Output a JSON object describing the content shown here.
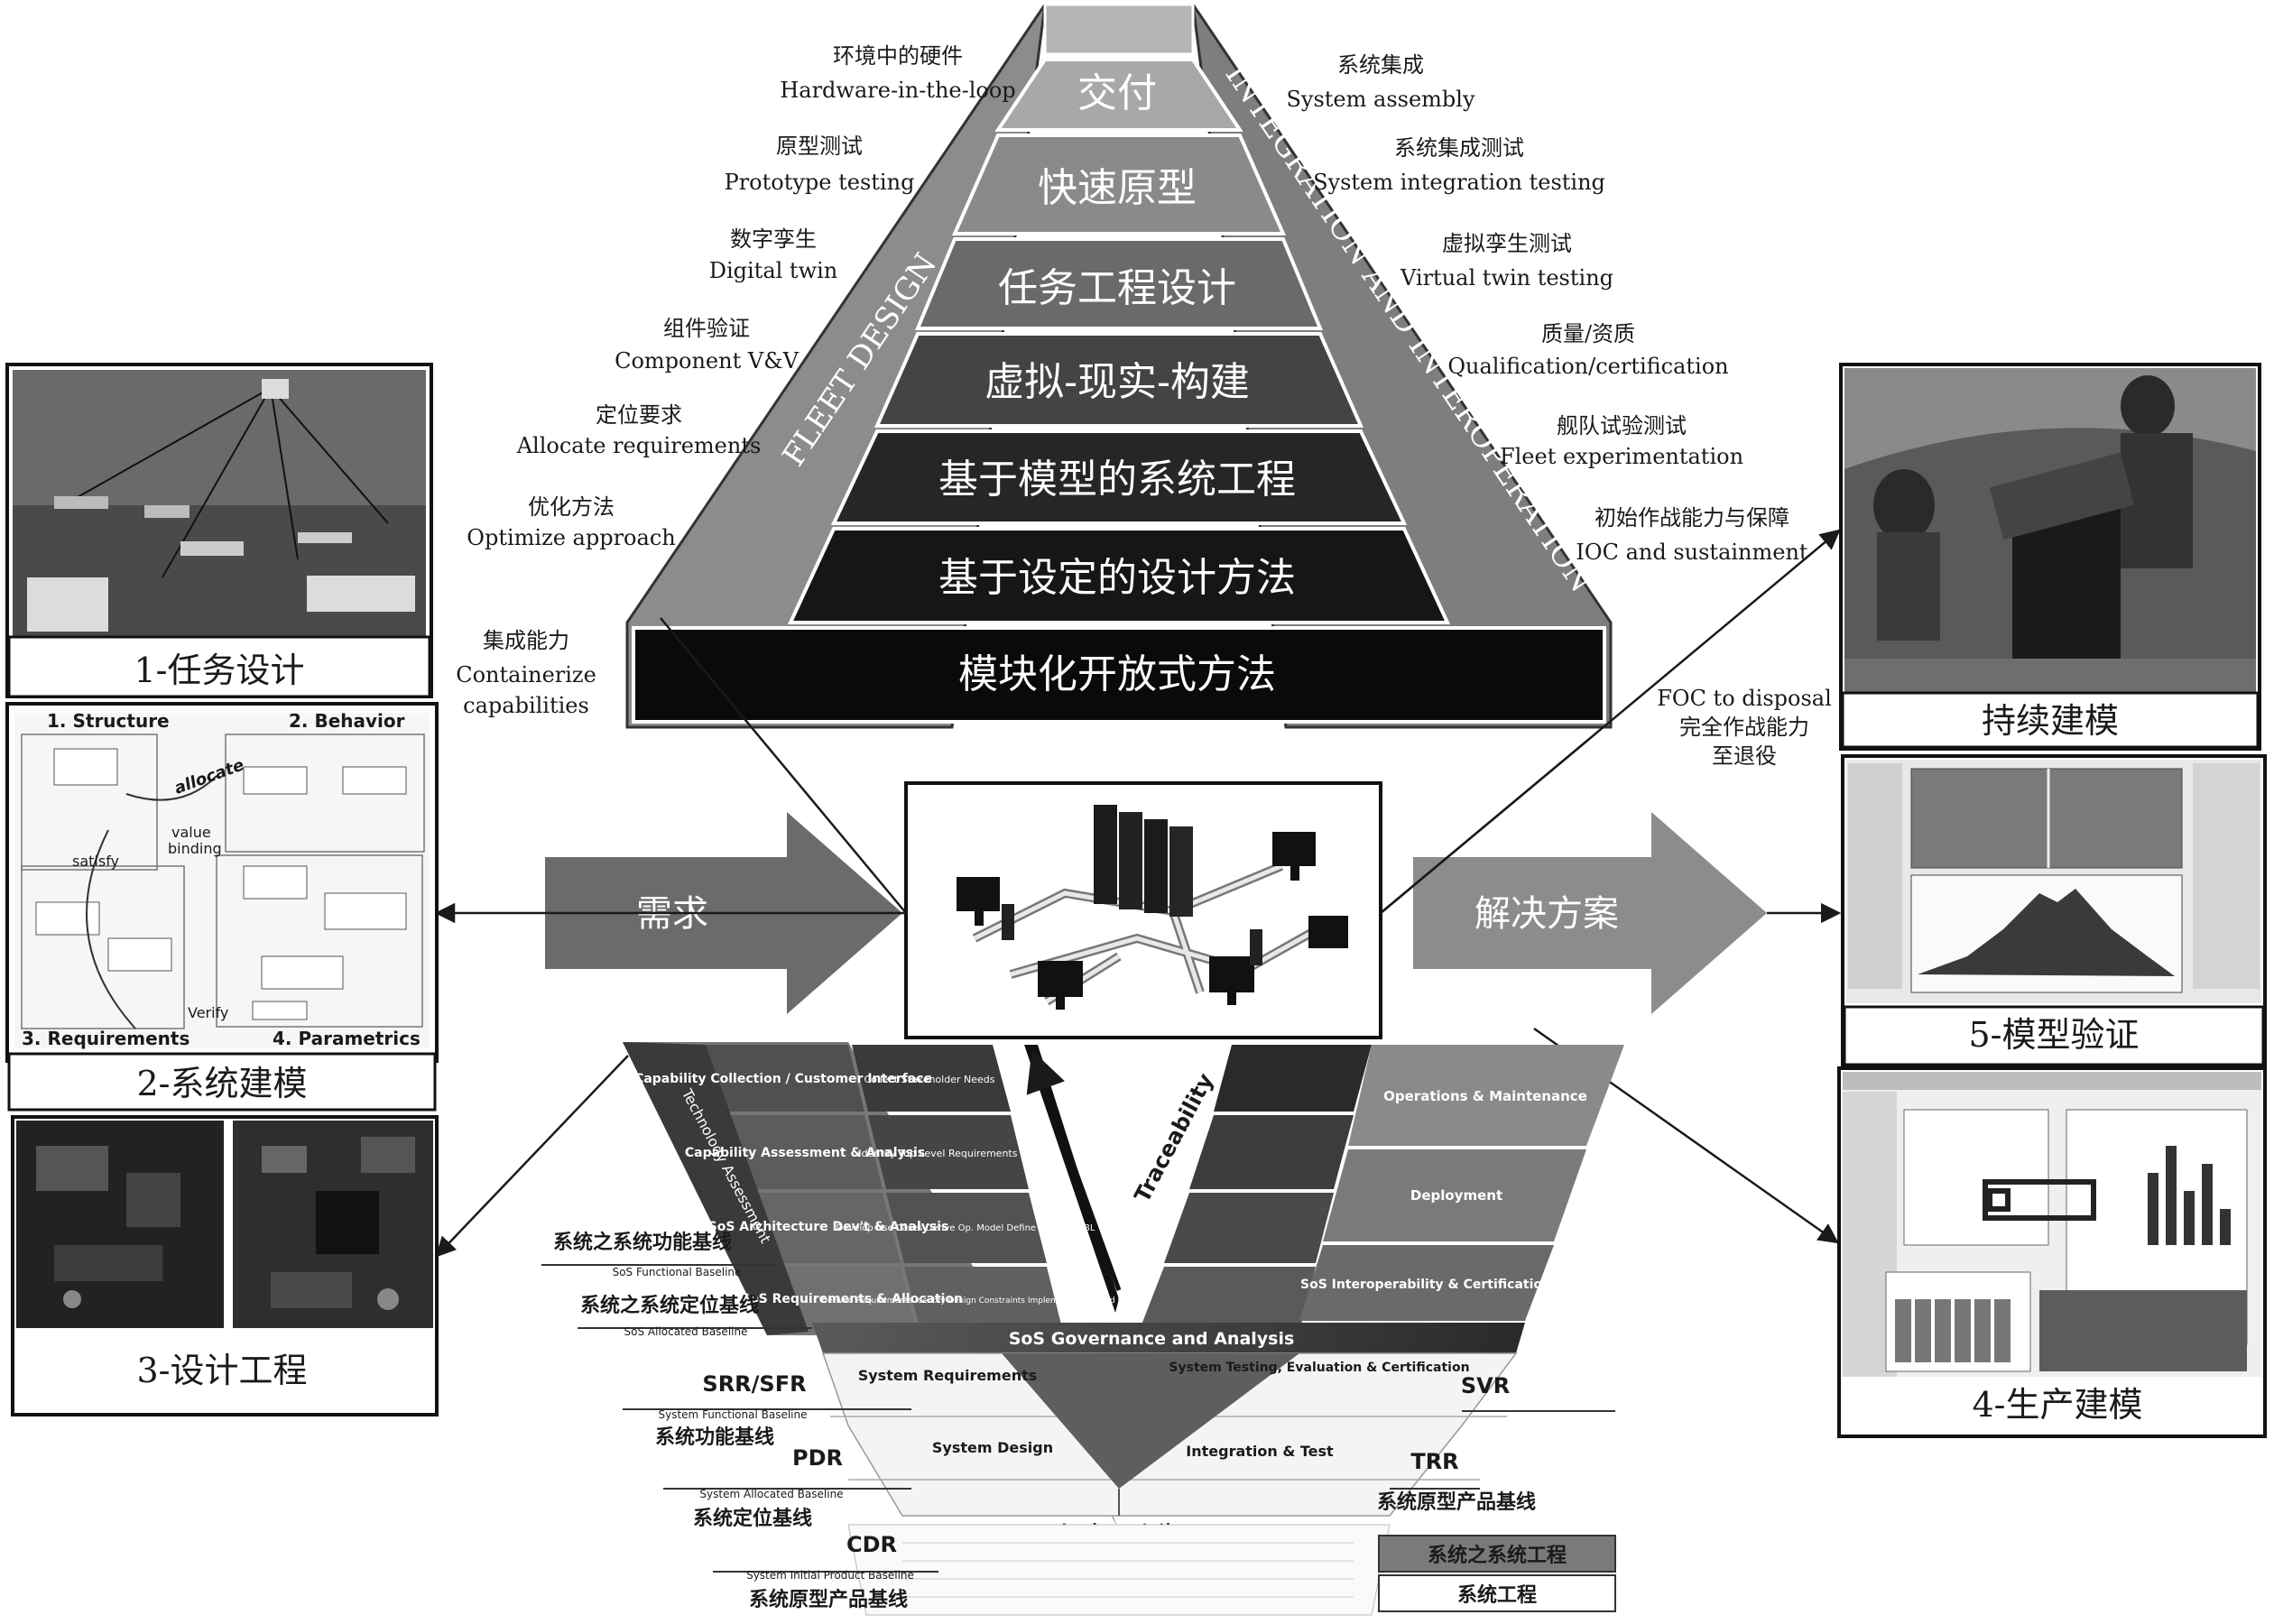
{
  "pyramid": {
    "levels": [
      "交付",
      "快速原型",
      "任务工程设计",
      "虚拟-现实-构建",
      "基于模型的系统工程",
      "基于设定的设计方法",
      "模块化开放式方法"
    ],
    "left_side_label": "FLEET DESIGN",
    "right_side_label": "INTEGRATION AND INTEROPERATION"
  },
  "left_annotations": [
    {
      "zh": "环境中的硬件",
      "en": "Hardware-in-the-loop"
    },
    {
      "zh": "原型测试",
      "en": "Prototype testing"
    },
    {
      "zh": "数字孪生",
      "en": "Digital twin"
    },
    {
      "zh": "组件验证",
      "en": "Component V&V"
    },
    {
      "zh": "定位要求",
      "en": "Allocate requirements"
    },
    {
      "zh": "优化方法",
      "en": "Optimize approach"
    },
    {
      "zh": "集成能力",
      "en": "Containerize",
      "en2": "capabilities"
    }
  ],
  "right_annotations": [
    {
      "zh": "系统集成",
      "en": "System assembly"
    },
    {
      "zh": "系统集成测试",
      "en": "System integration testing"
    },
    {
      "zh": "虚拟孪生测试",
      "en": "Virtual twin testing"
    },
    {
      "zh": "质量/资质",
      "en": "Qualification/certification"
    },
    {
      "zh": "舰队试验测试",
      "en": "Fleet experimentation"
    },
    {
      "zh": "初始作战能力与保障",
      "en": "IOC and sustainment"
    },
    {
      "en": "FOC to disposal",
      "zh": "完全作战能力",
      "zh2": "至退役"
    }
  ],
  "arrows": {
    "left": "需求",
    "right": "解决方案"
  },
  "panels_left": [
    {
      "caption": "1-任务设计"
    },
    {
      "caption": "2-系统建模",
      "quadrants": [
        "1. Structure",
        "2. Behavior",
        "3. Requirements",
        "4. Parametrics"
      ],
      "words": [
        "allocate",
        "value",
        "binding",
        "satisfy",
        "Verify"
      ]
    },
    {
      "caption": "3-设计工程"
    }
  ],
  "panels_right": [
    {
      "caption": "持续建模"
    },
    {
      "caption": "5-模型验证"
    },
    {
      "caption": "4-生产建模"
    }
  ],
  "vee_upper": {
    "left_cells": [
      "Capability Collection / Customer Interface",
      "Capability Assessment & Analysis",
      "SoS Architecture Dev't & Analysis",
      "SoS Requirements & Allocation"
    ],
    "mid_cells": [
      "Collect Stakeholder Needs",
      "Identify Top Level Requirements \"X\"",
      "Develop Use Cases Derive Op. Model Define Allocated BL",
      "Derived Requirements Identify Design Constraints Implement Set Based Design"
    ],
    "right_cells": [
      "Operations & Maintenance",
      "Deployment",
      "SoS Interoperability & Certification"
    ],
    "diag_left": "Technology Assessment",
    "diag_mid": "Traceability",
    "band": "SoS Governance and Analysis"
  },
  "vee_lower": {
    "left_cells": [
      "System Requirements",
      "System Design"
    ],
    "right_cells": [
      "System Testing, Evaluation & Certification",
      "Integration & Test"
    ],
    "bottom": "Implementation"
  },
  "baselines_left": [
    {
      "zh": "系统之系统功能基线",
      "en": "SoS Functional Baseline"
    },
    {
      "zh": "系统之系统定位基线",
      "en": "SoS Allocated Baseline"
    },
    {
      "code": "SRR/SFR",
      "en": "System Functional Baseline",
      "zh": "系统功能基线"
    },
    {
      "code": "PDR",
      "en": "System Allocated Baseline",
      "zh": "系统定位基线"
    },
    {
      "code": "CDR",
      "en": "System Initial Product Baseline",
      "zh": "系统原型产品基线"
    }
  ],
  "baselines_right": [
    {
      "code": "SVR"
    },
    {
      "code": "TRR",
      "zh": "系统原型产品基线"
    }
  ],
  "legend": [
    "系统之系统工程",
    "系统工程"
  ],
  "colors": {
    "pyramid_top": "#9a9a9a",
    "pyramid_bottom": "#0d0d0d",
    "side": "#8a8a8a",
    "arrow": "#6e6e6e"
  }
}
